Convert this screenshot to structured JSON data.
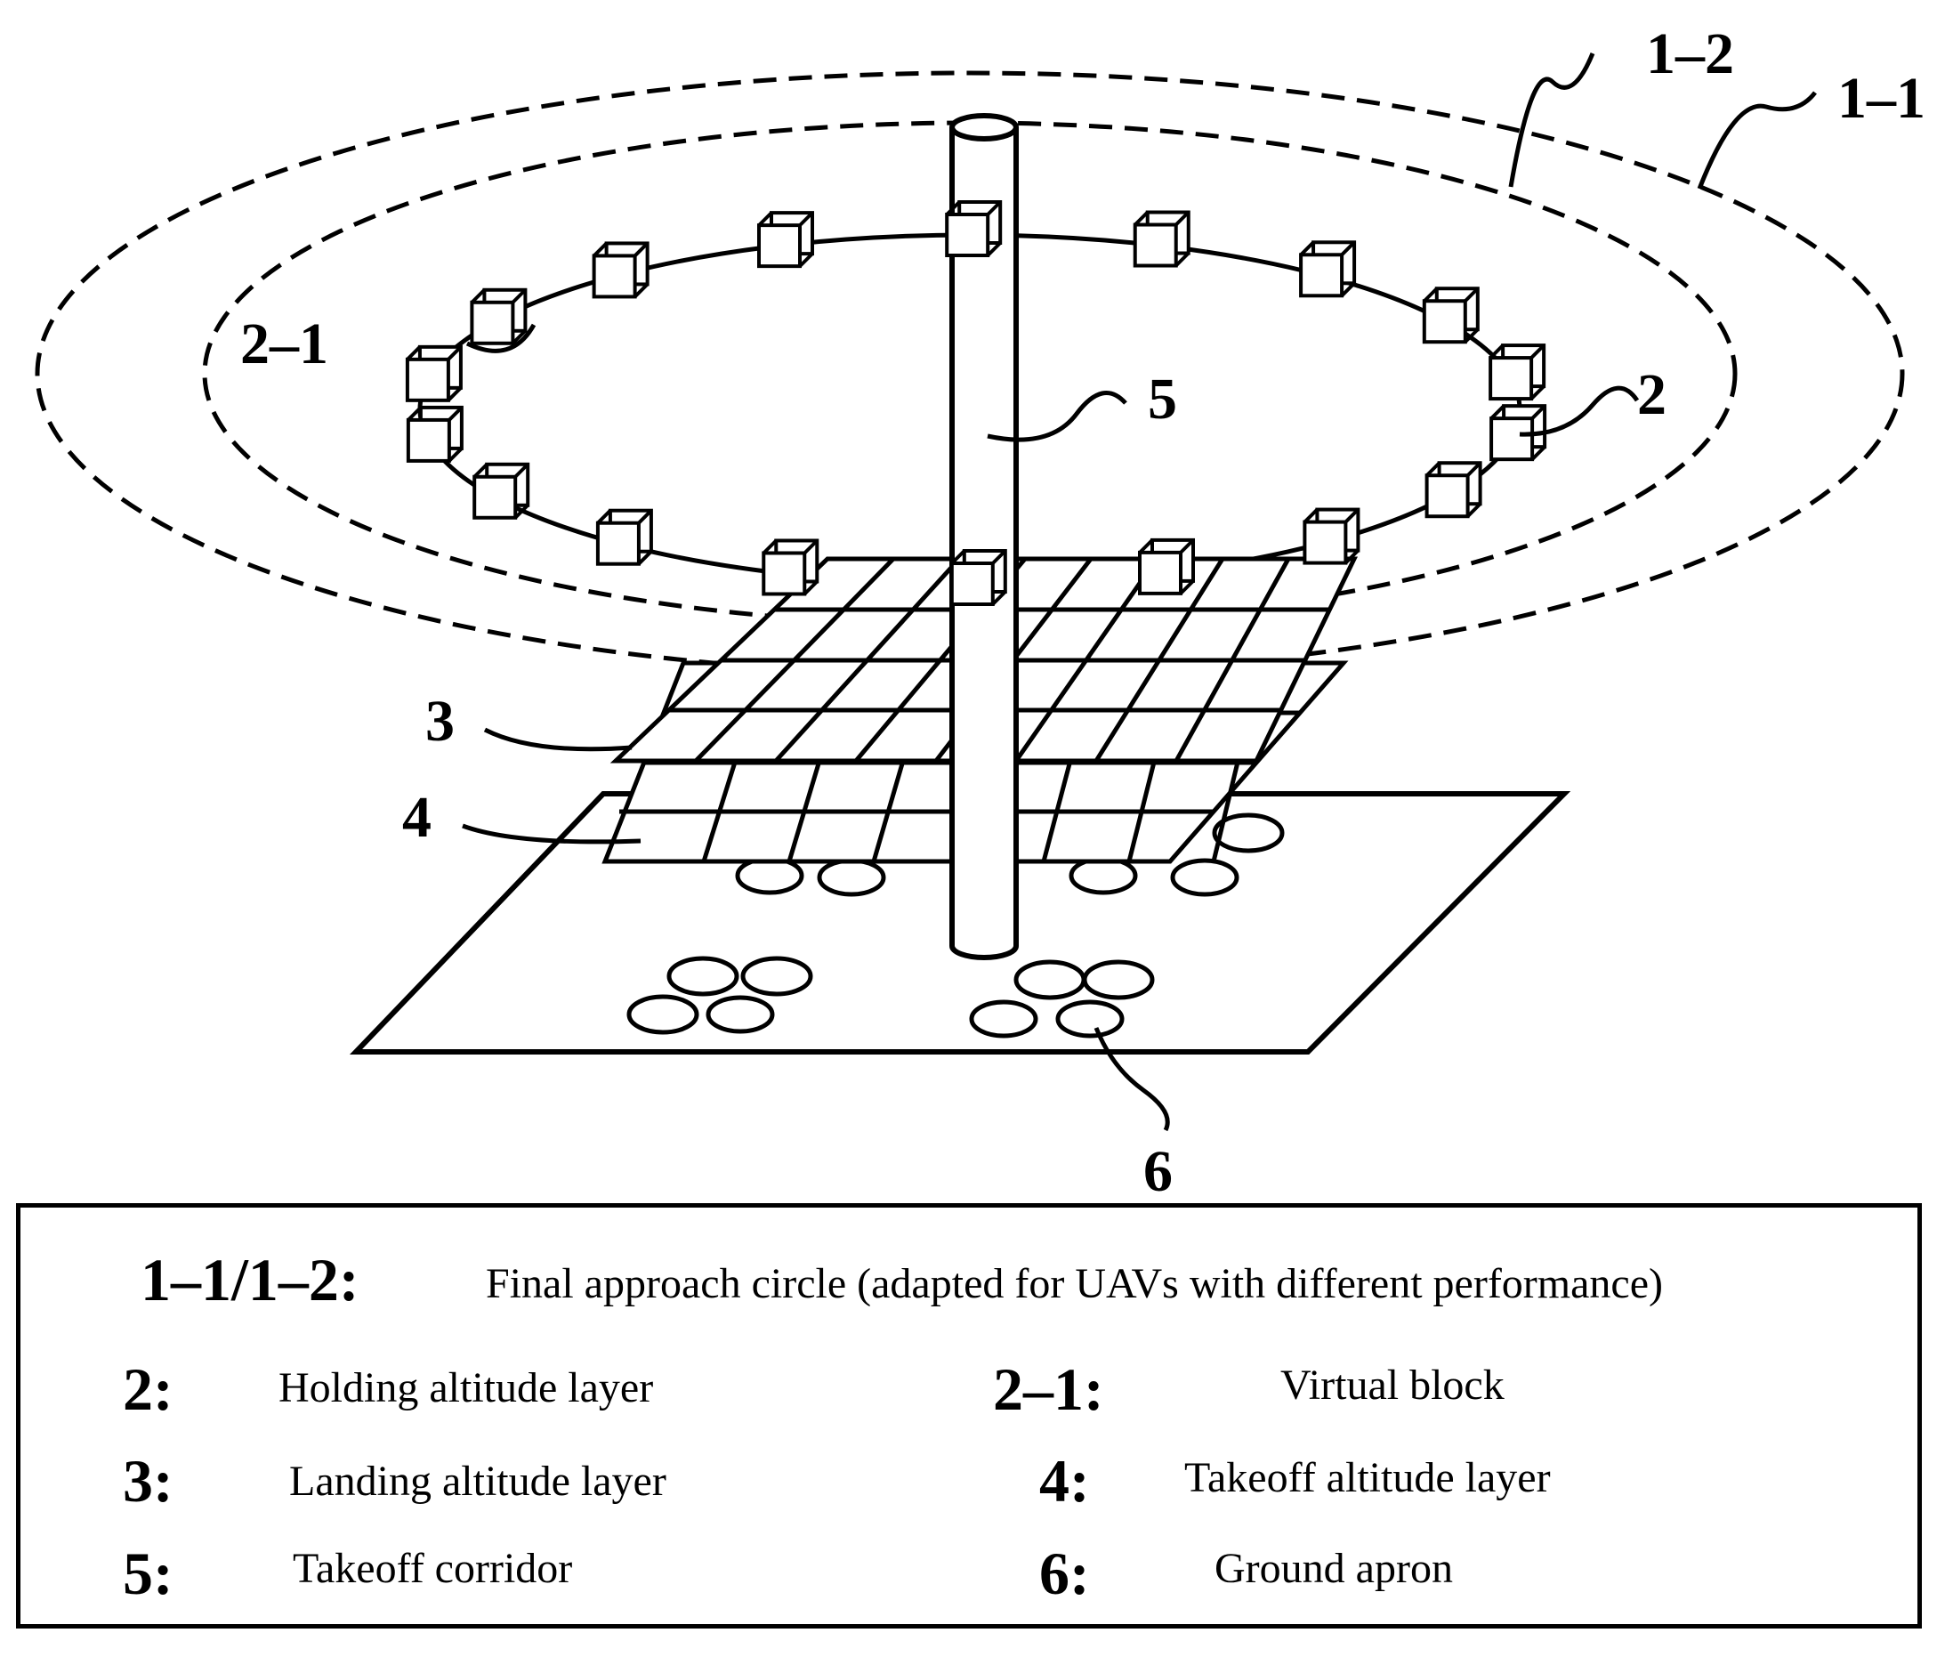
{
  "callouts": {
    "c1_2": "1–2",
    "c1_1": "1–1",
    "c2_1": "2–1",
    "c5": "5",
    "c2": "2",
    "c3": "3",
    "c4": "4",
    "c6": "6"
  },
  "legend": {
    "row0": {
      "key": "1–1/1–2:",
      "desc": "Final approach circle (adapted for UAVs with different performance)"
    },
    "row1_left": {
      "key": "2:",
      "desc": "Holding altitude layer"
    },
    "row1_right": {
      "key": "2–1:",
      "desc": "Virtual block"
    },
    "row2_left": {
      "key": "3:",
      "desc": "Landing altitude layer"
    },
    "row2_right": {
      "key": "4:",
      "desc": "Takeoff altitude layer"
    },
    "row3_left": {
      "key": "5:",
      "desc": "Takeoff corridor"
    },
    "row3_right": {
      "key": "6:",
      "desc": "Ground apron"
    }
  }
}
